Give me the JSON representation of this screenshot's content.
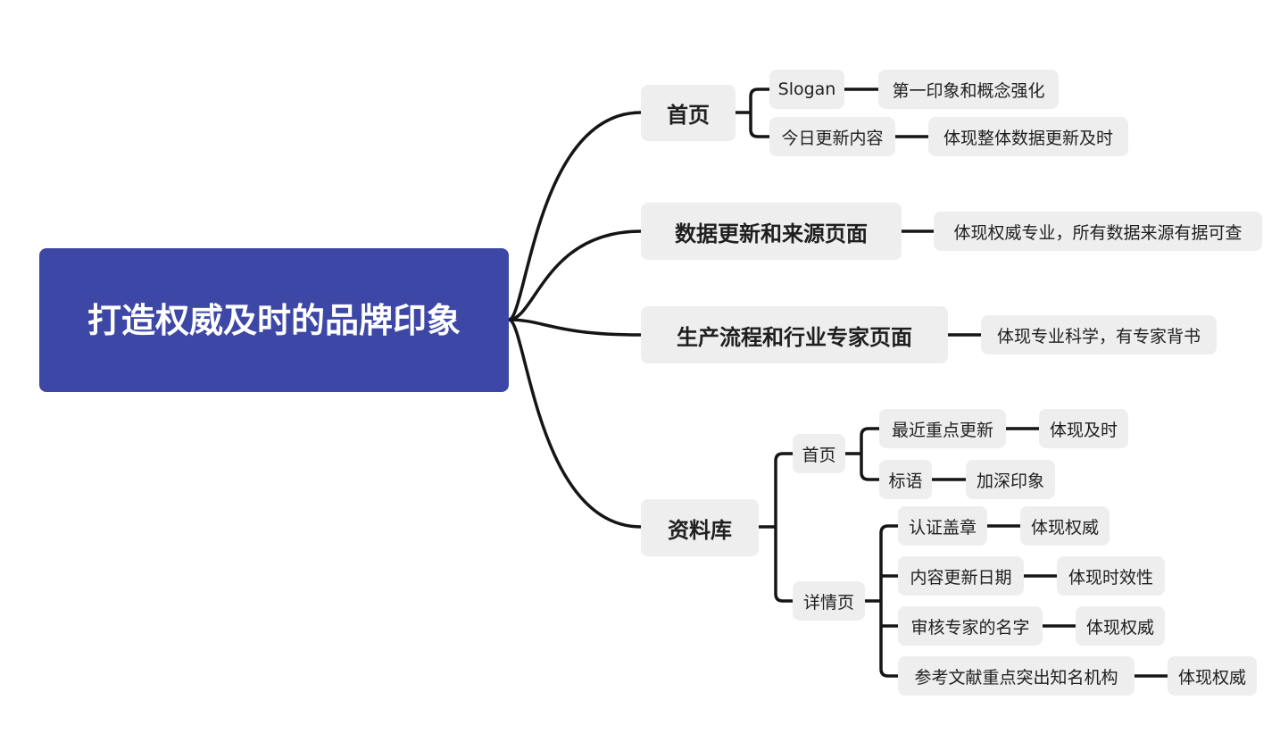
{
  "root": {
    "label": "打造权威及时的品牌印象"
  },
  "branches": [
    {
      "label": "首页",
      "children": [
        {
          "label": "Slogan",
          "note": "第一印象和概念强化"
        },
        {
          "label": "今日更新内容",
          "note": "体现整体数据更新及时"
        }
      ]
    },
    {
      "label": "数据更新和来源页面",
      "note": "体现权威专业，所有数据来源有据可查"
    },
    {
      "label": "生产流程和行业专家页面",
      "note": "体现专业科学，有专家背书"
    },
    {
      "label": "资料库",
      "children": [
        {
          "label": "首页",
          "children": [
            {
              "label": "最近重点更新",
              "note": "体现及时"
            },
            {
              "label": "标语",
              "note": "加深印象"
            }
          ]
        },
        {
          "label": "详情页",
          "children": [
            {
              "label": "认证盖章",
              "note": "体现权威"
            },
            {
              "label": "内容更新日期",
              "note": "体现时效性"
            },
            {
              "label": "审核专家的名字",
              "note": "体现权威"
            },
            {
              "label": "参考文献重点突出知名机构",
              "note": "体现权威"
            }
          ]
        }
      ]
    }
  ]
}
